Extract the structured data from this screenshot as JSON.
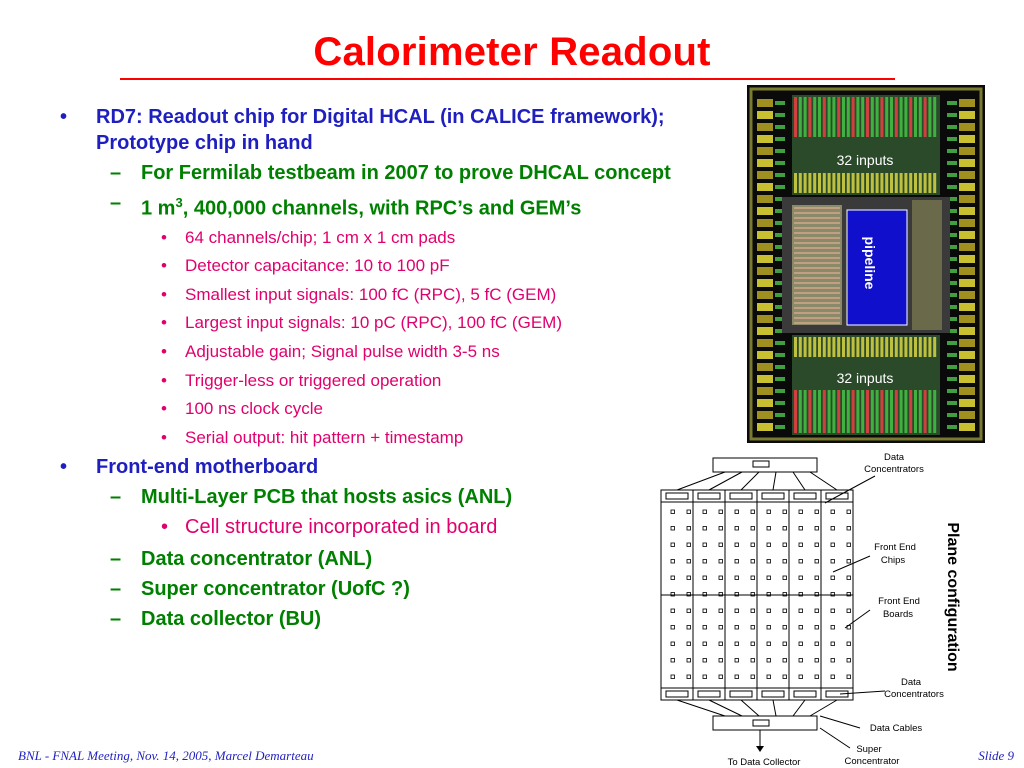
{
  "title": "Calorimeter Readout",
  "bullets": {
    "rd7": "RD7: Readout chip for Digital HCAL (in CALICE framework); Prototype chip in hand",
    "fermilab": "For Fermilab testbeam in 2007 to prove DHCAL concept",
    "volume_pre": "1 m",
    "volume_sup": "3",
    "volume_post": ", 400,000 channels, with RPC’s and GEM’s",
    "specs": [
      "64 channels/chip; 1 cm x 1 cm pads",
      "Detector capacitance: 10 to 100 pF",
      "Smallest input signals: 100 fC (RPC), 5 fC (GEM)",
      "Largest input signals: 10 pC (RPC), 100 fC (GEM)",
      "Adjustable gain; Signal pulse width 3-5 ns",
      "Trigger-less or triggered operation",
      "100 ns clock cycle",
      "Serial output: hit pattern + timestamp"
    ],
    "motherboard": "Front-end motherboard",
    "pcb": "Multi-Layer PCB that hosts asics (ANL)",
    "cell": "Cell structure incorporated in board",
    "data_conc": "Data concentrator (ANL)",
    "super_conc": "Super concentrator (UofC ?)",
    "collector": "Data collector (BU)"
  },
  "chip_image": {
    "inputs_top": "32 inputs",
    "pipeline": "pipeline",
    "inputs_bottom": "32 inputs"
  },
  "diagram": {
    "data_conc_top_1": "Data",
    "data_conc_top_2": "Concentrators",
    "fe_chips_1": "Front End",
    "fe_chips_2": "Chips",
    "fe_boards_1": "Front End",
    "fe_boards_2": "Boards",
    "data_conc_bot_1": "Data",
    "data_conc_bot_2": "Concentrators",
    "data_cables": "Data Cables",
    "super_1": "Super",
    "super_2": "Concentrator",
    "to_collector": "To Data Collector"
  },
  "plane_config": "Plane configuration",
  "footer": {
    "left": "BNL - FNAL Meeting, Nov. 14, 2005, Marcel Demarteau",
    "right": "Slide 9"
  },
  "colors": {
    "title": "#ff0000",
    "level1": "#1f1fbf",
    "level2": "#008000",
    "level3": "#e0006e"
  }
}
